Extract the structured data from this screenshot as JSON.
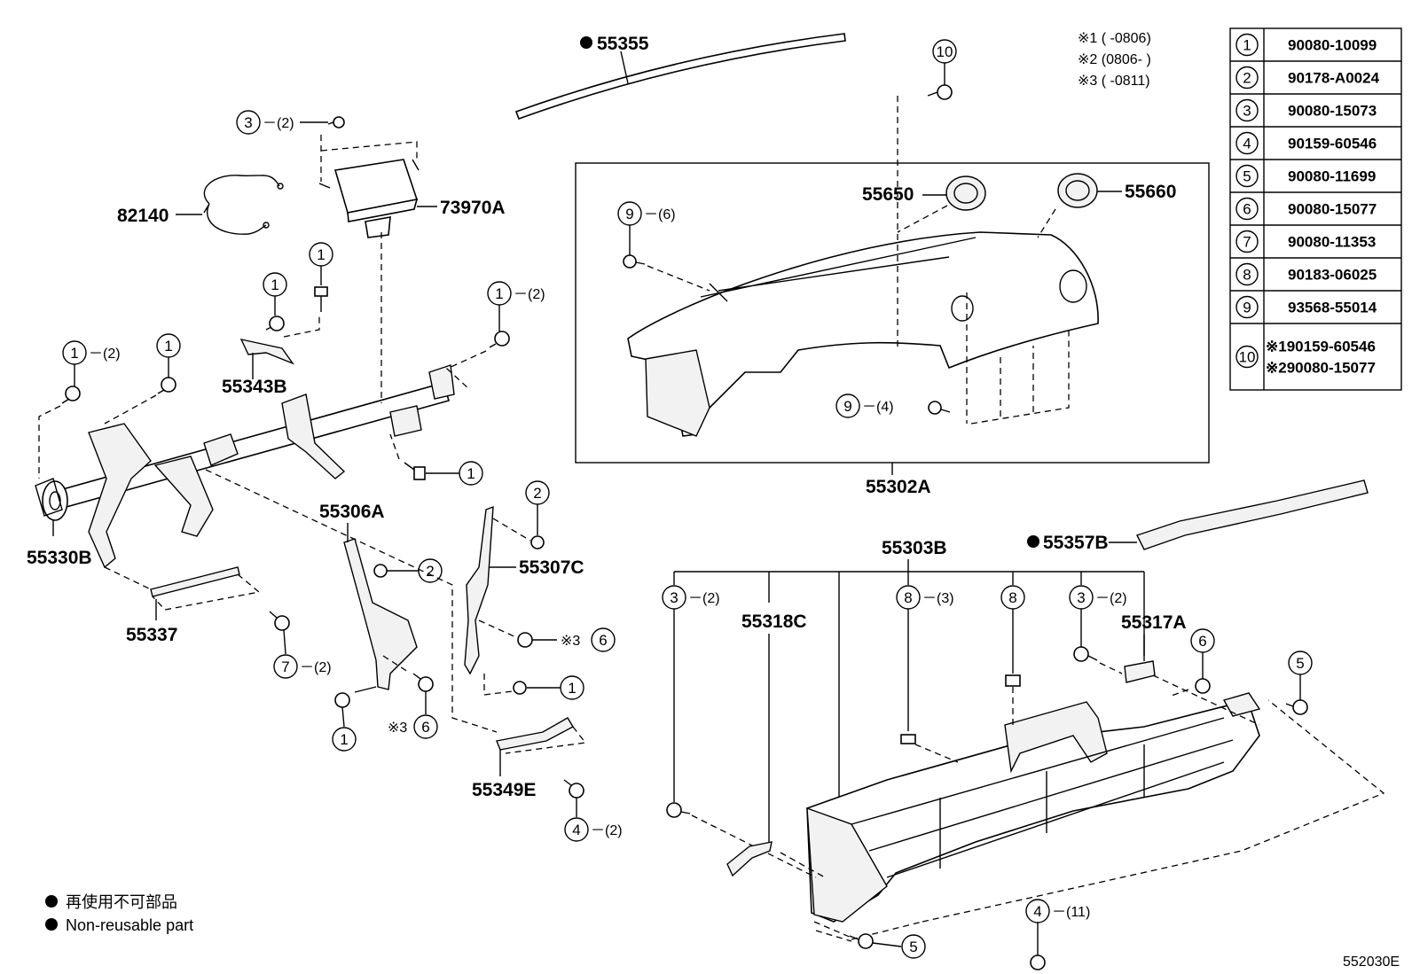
{
  "parts": {
    "p55355": "55355",
    "p73970A": "73970A",
    "p82140": "82140",
    "p55343B": "55343B",
    "p55330B": "55330B",
    "p55337": "55337",
    "p55306A": "55306A",
    "p55307C": "55307C",
    "p55349E": "55349E",
    "p55650": "55650",
    "p55660": "55660",
    "p55302A": "55302A",
    "p55357B": "55357B",
    "p55303B": "55303B",
    "p55318C": "55318C",
    "p55317A": "55317A"
  },
  "qty": {
    "q2": "－(2)",
    "q6": "－(6)",
    "q4": "－(4)",
    "q3": "－(3)",
    "q11": "－(11)"
  },
  "marks": {
    "m3": "※3"
  },
  "notes": {
    "n1": "※1 (     -0806)",
    "n2": "※2 (0806-     )",
    "n3": "※3 (     -0811)"
  },
  "table": {
    "rows": [
      {
        "num": "1",
        "part": "90080-10099"
      },
      {
        "num": "2",
        "part": "90178-A0024"
      },
      {
        "num": "3",
        "part": "90080-15073"
      },
      {
        "num": "4",
        "part": "90159-60546"
      },
      {
        "num": "5",
        "part": "90080-11699"
      },
      {
        "num": "6",
        "part": "90080-15077"
      },
      {
        "num": "7",
        "part": "90080-11353"
      },
      {
        "num": "8",
        "part": "90183-06025"
      },
      {
        "num": "9",
        "part": "93568-55014"
      },
      {
        "num": "10",
        "part": "※190159-60546",
        "part2": "※290080-15077"
      }
    ]
  },
  "legend": {
    "jp": "再使用不可部品",
    "en": "Non-reusable part"
  },
  "code": "552030E"
}
